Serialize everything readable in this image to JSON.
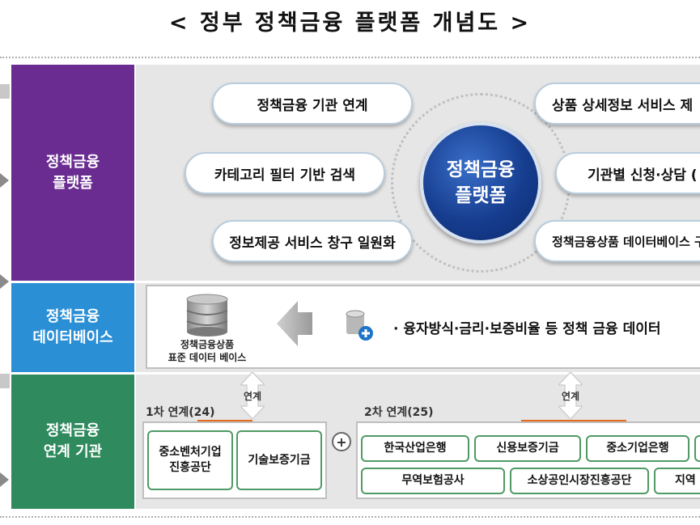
{
  "title": "< 정부 정책금융 플랫폼 개념도 >",
  "rows": {
    "platform": {
      "label": "정책금융\n플랫폼",
      "color": "#6a2c91"
    },
    "database": {
      "label": "정책금융\n데이터베이스",
      "color": "#2b8fd6"
    },
    "institutions": {
      "label": "정책금융\n연계 기관",
      "color": "#2f8a5e"
    }
  },
  "hub": {
    "label": "정책금융\n플랫폼"
  },
  "features": {
    "left": [
      "정책금융 기관 연계",
      "카테고리 필터 기반 검색",
      "정보제공 서비스 창구 일원화"
    ],
    "right": [
      "상품 상세정보 서비스 제",
      "기관별 신청·상담 (",
      "정책금융상품 데이터베이스 구"
    ]
  },
  "database": {
    "icon": "database-stack-icon",
    "caption": "정책금융상품\n표준 데이터 베이스",
    "add_icon": "database-add-icon",
    "description": "· 융자방식·금리·보증비율 등 정책 금융 데이터"
  },
  "links": {
    "link_label_1": "연계",
    "link_label_2": "연계",
    "group1": {
      "label": "1차 연계(24)",
      "items": [
        "중소벤처기업\n진흥공단",
        "기술보증기금"
      ]
    },
    "plus": "+",
    "group2": {
      "label": "2차 연계(25)",
      "row1": [
        "한국산업은행",
        "신용보증기금",
        "중소기업은행",
        ""
      ],
      "row2": [
        "무역보험공사",
        "소상공인시장진흥공단",
        "지역"
      ]
    }
  }
}
